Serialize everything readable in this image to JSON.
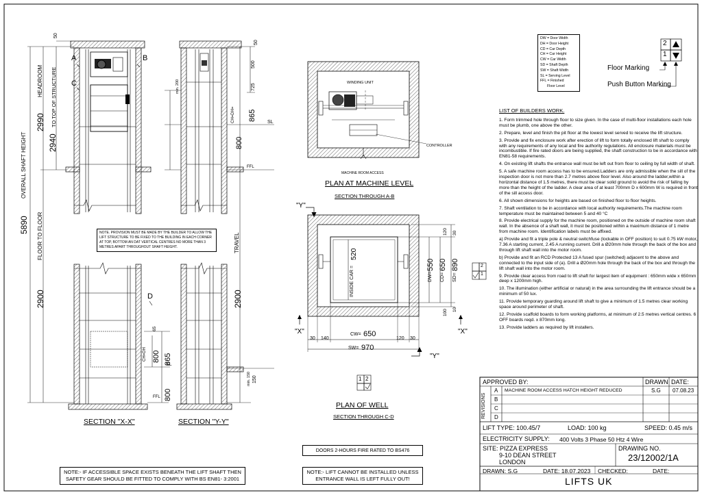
{
  "sections": {
    "xx_title": "SECTION \"X-X\"",
    "yy_title": "SECTION \"Y-Y\"",
    "label_a": "A",
    "label_b": "B",
    "label_c": "C",
    "label_d": "D",
    "headroom": "HEADROOM",
    "to_top": "TO TOP OF STRUCTURE",
    "overall": "OVERALL SHAFT HEIGHT",
    "floor_to_floor": "FLOOR TO FLOOR",
    "travel": "TRAVEL",
    "dim_5890": "5890",
    "dim_2990": "2990",
    "dim_2940": "2940",
    "dim_2900a": "2900",
    "dim_2900b": "2900",
    "dim_50a": "50",
    "dim_50b": "50",
    "dim_500": "500",
    "dim_725": "725",
    "dim_865a": "865",
    "dim_865b": "865",
    "dim_800a": "800",
    "dim_800b": "800",
    "dim_800c": "800",
    "dim_65": "65",
    "dim_150": "150",
    "chdh1": "CH=DH=",
    "chdh2": "CH=DH",
    "min200": "min. 200",
    "min150": "min. 150",
    "sl1": "SL",
    "sl2": "SL",
    "ffl1": "FFL",
    "ffl2": "FFL",
    "provision_note": "NOTE. PROVISION MUST BE MADE BY THE BUILDER TO ALLOW THE LIFT STRUCTURE TO BE FIXED TO THE BUILDING IN EACH CORNER AT TOP, BOTTOM AN DAT VERTICAL CENTRES NO MORE THAN 3 METRES APART THROUGHOUT SHAFT HEIGHT."
  },
  "plans": {
    "machine_title": "PLAN AT MACHINE LEVEL",
    "machine_sub": "SECTION THROUGH A-B",
    "winding": "WINDING UNIT",
    "controller": "CONTROLLER",
    "access": "MACHINE ROOM ACCESS",
    "well_title": "PLAN OF WELL",
    "well_sub": "SECTION THROUGH C-D",
    "y_mark1": "\"Y\"",
    "y_mark2": "\"Y\"",
    "x_mark1": "\"X\"",
    "x_mark2": "\"X\"",
    "inside_car": "INSIDE CAR =",
    "dim_520": "520",
    "dw": "DW=",
    "dw_val": "550",
    "cd": "CD=",
    "cd_val": "650",
    "sd": "SD=",
    "sd_val": "890",
    "cw": "CW=",
    "cw_val": "650",
    "sw": "SW=",
    "sw_val": "970",
    "dim_30a": "30",
    "dim_140": "140",
    "dim_120a": "120",
    "dim_30b": "30",
    "dim_30c": "30",
    "dim_120b": "120",
    "dim_10": "10",
    "dim_100": "100",
    "btn_2": "2",
    "btn_1": "1",
    "doors_note": "DOORS 2-HOURS FIRE RATED TO BS476"
  },
  "notes": {
    "safety_gear": "NOTE:- IF ACCESSIBLE SPACE EXISTS BENEATH THE LIFT SHAFT THEN SAFETY GEAR SHOULD BE FITTED TO COMPLY WITH BS EN81- 3:2001",
    "entrance_wall": "NOTE:- LIFT CANNOT BE INSTALLED UNLESS ENTRANCE WALL IS LEFT FULLY OUT!"
  },
  "legend": [
    "DW = Door Width",
    "DH = Door Height",
    "CD = Car Depth",
    "CH = Car Height",
    "CW = Car Width",
    "SD = Shaft Depth",
    "SW = Shaft Width",
    "SL = Serving Level",
    "FFL = Finished",
    "Floor Level"
  ],
  "markings": {
    "floor": "Floor Marking",
    "push": "Push Button Marking",
    "num2": "2",
    "num1": "1"
  },
  "builders": {
    "heading": "LIST OF BUILDERS WORK.",
    "items": [
      "1. Form trimmed hole through floor to size given.  In the case of multi-floor installations each hole must be plumb, one above the other.",
      "2. Prepare, level and finish the pit floor at the lowest level served to receive the lift structure.",
      "3. Provide and fix enclosure work after erection of lift to form totally enclosed lift shaft to comply with any requirements of any local and fire authority regulations. All enclosure materials must be incombustible. If fire rated doors are being supplied, the shaft construction to be in accordance with EN81-58 requirements.",
      "4. On existing lift shafts the entrance wall must be left out from floor to ceiling by full width of shaft.",
      "5. A safe machine room access has to be ensured.Ladders are only admissible when the sill of the inspection door is not more than 2.7 metres above floor level. Also around the ladder,within a horizontal distance of 1.5 metres, there must be clear solid ground to avoid the risk of falling by more than the height of the ladder. A clear area of at least 700mm D x 600mm W is required in front of the sill access door.",
      "6. All shown dimensions for heights are based on finished floor to floor heights.",
      "7. Shaft ventilation to be in accordance with local authority requirements.The machine room temperature must be maintained between 5 and 40 °C",
      "8. Provide electrical supply for the machine room, positioned on the outside of machine room shaft wall. In the absence of a shaft wall, it must be positioned within a maximum distance of 1 metre from machine room. Identification labels must be affixed.",
      "a) Provide and fit a triple pole & neutral switchfuse  (lockable in OFF position) to suit 0.75 kW motor, 7.36 A starting current, 2.45 A running current. Drill a Ø20mm hole through the back of the box and through lift shaft wall into the motor room.",
      "b)  Provide and fit an RCD Protected 13 A fused spur (switched) adjacent to the above and connected to the input side of (a). Drill a Ø20mm hole through the back of the box and through the lift shaft wall into the motor room.",
      "9. Provide clear access from road to lift shaft for largest item of equipment : 650mm wide x 650mm deep x 1200mm high.",
      "10. The illumination (either artificial or natural) in the area surrounding the lift entrance should be a minimum of 50 lux.",
      "11. Provide temporary guarding around lift shaft to give a minimum of 1.5 metres clear working space around perimeter of shaft.",
      "12. Provide scaffold boards to form working platforms, at minimum of 2.5 metres vertical centres. 6 OFF boards reqd. x 870mm long.",
      "13. Provide ladders as required by lift installers."
    ]
  },
  "title_block": {
    "approved": "APPROVED BY:",
    "drawn_h": "DRAWN",
    "date_h": "DATE:",
    "revisions": "REVISIONS",
    "rev_a": "A",
    "rev_b": "B",
    "rev_c": "C",
    "rev_d": "D",
    "rev_a_desc": "MACHINE ROOM ACCESS HATCH HEIGHT REDUCED",
    "rev_a_drawn": "S.G",
    "rev_a_date": "07.08.23",
    "lift_type": "LIFT TYPE: 100.45/7",
    "load": "LOAD: 100 kg",
    "speed": "SPEED: 0.45 m/s",
    "electricity_label": "ELECTRICITY SUPPLY:",
    "electricity": "400 Volts  3 Phase  50 Htz  4 Wire",
    "site_label": "SITE: PIZZA EXPRESS",
    "site_line2": "9-10 DEAN STREET",
    "site_line3": "LONDON",
    "drawing_no_label": "DRAWING NO.",
    "drawing_no": "23/12002/1A",
    "drawn_by": "DRAWN: S.G",
    "drawn_date": "DATE: 18.07.2023",
    "checked": "CHECKED:",
    "date2": "DATE:",
    "company": "LIFTS UK"
  }
}
